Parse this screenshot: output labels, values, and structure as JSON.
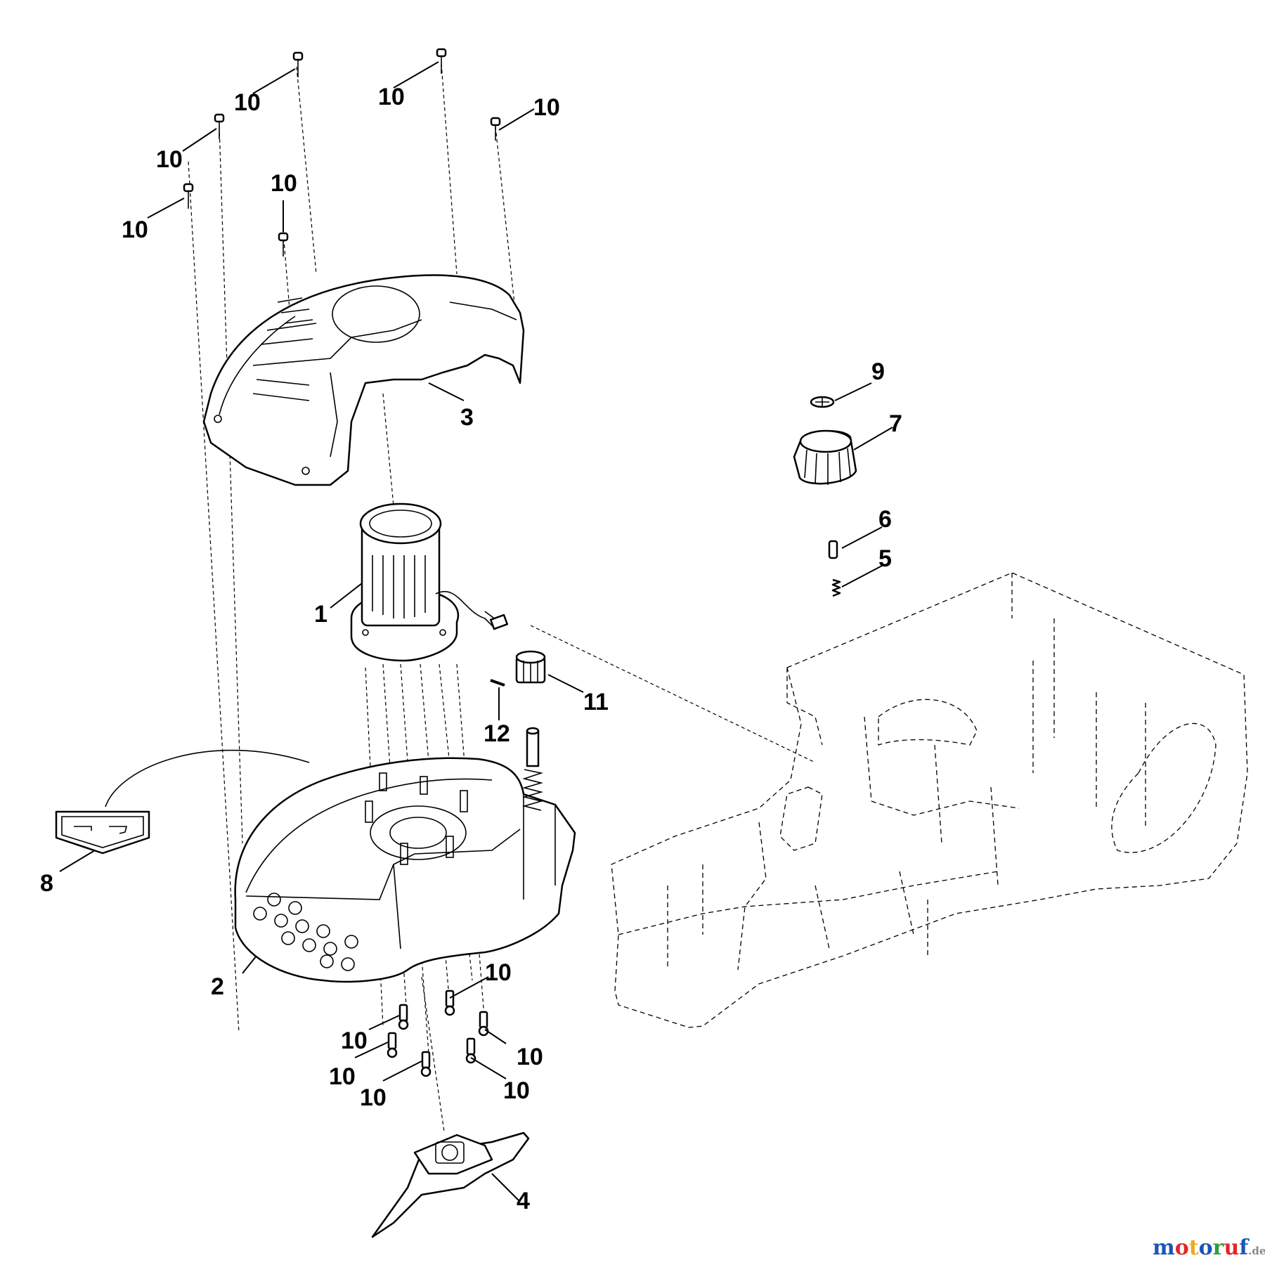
{
  "callouts": [
    {
      "id": "motor",
      "label": "1"
    },
    {
      "id": "motor-housing",
      "label": "2"
    },
    {
      "id": "top-cover",
      "label": "3"
    },
    {
      "id": "blade",
      "label": "4"
    },
    {
      "id": "spring",
      "label": "5"
    },
    {
      "id": "pin",
      "label": "6"
    },
    {
      "id": "height-knob",
      "label": "7"
    },
    {
      "id": "warning-label",
      "label": "8"
    },
    {
      "id": "knob-washer",
      "label": "9"
    },
    {
      "id": "screw",
      "label": "10"
    },
    {
      "id": "pinion-gear",
      "label": "11"
    },
    {
      "id": "small-pin",
      "label": "12"
    }
  ],
  "watermark": {
    "letters": [
      "m",
      "o",
      "t",
      "o",
      "r",
      "u",
      "f"
    ],
    "letter_colors": [
      "#1a55b8",
      "#e3262b",
      "#f2a81d",
      "#1a55b8",
      "#2e9e3a",
      "#e3262b",
      "#1a55b8"
    ],
    "suffix": ".de"
  }
}
